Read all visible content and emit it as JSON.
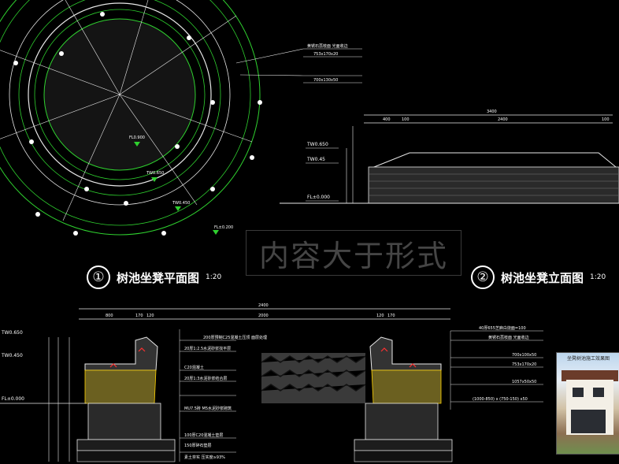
{
  "plan_view": {
    "title_number": "①",
    "title": "树池坐凳平面图",
    "scale": "1:20",
    "labels": [
      "FL0.900",
      "TW0.650",
      "TW0.450",
      "FL±0.200"
    ]
  },
  "elevation_view": {
    "title_number": "②",
    "title": "树池坐凳立面图",
    "scale": "1:20",
    "dims_top": [
      "400",
      "100",
      "2400",
      "100"
    ],
    "overall": "3400",
    "levels": [
      "TW0.650",
      "TW0.45",
      "FL±0.000"
    ]
  },
  "section_view": {
    "overall": "2400",
    "dims": [
      "800",
      "170",
      "120",
      "2000",
      "120",
      "170"
    ],
    "levels": [
      "TW0.650",
      "TW0.450",
      "FL±0.000"
    ],
    "left_notes": [
      "200厚预制C25混凝土压顶 面层处理",
      "20厚1:2.5水泥砂浆找平层",
      "C20混凝土",
      "20厚1:3水泥砂浆结合层",
      "MU7.5砖 M5水泥砂浆砌筑",
      "100厚C20混凝土垫层",
      "150厚碎石垫层",
      "素土夯实 压实度≥93%"
    ],
    "right_notes": [
      "40厚655芝麻白烧面=100",
      "黄锈石荔枝面 光面收边",
      "700x100x50",
      "753x170x20",
      "1057x50x50",
      "(1000-850) x (750-150) x50"
    ]
  },
  "plan_notes": [
    "黄锈石荔枝面 光面收边",
    "753x170x20",
    "700x130x50"
  ],
  "photo": {
    "caption": "坐凳树池施工效果图"
  },
  "watermark": "内容大于形式"
}
